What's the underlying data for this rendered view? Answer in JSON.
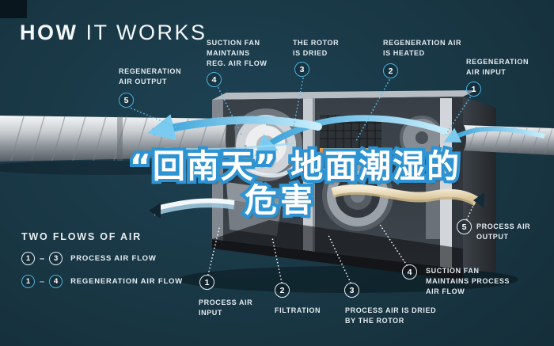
{
  "title": {
    "strong": "HOW",
    "light": "IT WORKS"
  },
  "overlay": {
    "line1": "“回南天” 地面潮湿的",
    "line2": "危害"
  },
  "legend": {
    "heading": "TWO FLOWS OF AIR",
    "rows": [
      {
        "from": "1",
        "to": "3",
        "dash": "–",
        "label": "PROCESS AIR FLOW"
      },
      {
        "from": "1",
        "to": "4",
        "dash": "–",
        "label": "REGENERATION AIR FLOW"
      }
    ]
  },
  "callouts": {
    "regen_output": {
      "num": "5",
      "lines": [
        "REGENERATION",
        "AIR OUTPUT"
      ]
    },
    "suction_reg": {
      "num": "4",
      "lines": [
        "SUCTION FAN",
        "MAINTAINS",
        "REG. AIR FLOW"
      ]
    },
    "rotor_dried": {
      "num": "3",
      "lines": [
        "THE ROTOR",
        "IS DRIED"
      ]
    },
    "regen_heated": {
      "num": "2",
      "lines": [
        "REGENERATION AIR",
        "IS HEATED"
      ]
    },
    "regen_input": {
      "num": "1",
      "lines": [
        "REGENERATION",
        "AIR INPUT"
      ]
    },
    "process_input": {
      "num": "1",
      "lines": [
        "PROCESS AIR",
        "INPUT"
      ]
    },
    "filtration": {
      "num": "2",
      "lines": [
        "FILTRATION"
      ]
    },
    "process_dried": {
      "num": "3",
      "lines": [
        "PROCESS AIR IS DRIED",
        "BY THE ROTOR"
      ]
    },
    "suction_process": {
      "num": "4",
      "lines": [
        "SUCTION FAN",
        "MAINTAINS PROCESS",
        "AIR FLOW"
      ]
    },
    "process_output": {
      "num": "5",
      "lines": [
        "PROCESS AIR",
        "OUTPUT"
      ]
    }
  },
  "colors": {
    "background": "#17333f",
    "accent_cyan": "#45b1e4",
    "badge_process": "#ffffff",
    "cn_stroke_blue": "#2d93d2",
    "heater_orange": "#e8872f",
    "ribbon_beige": "#ead9b9"
  }
}
